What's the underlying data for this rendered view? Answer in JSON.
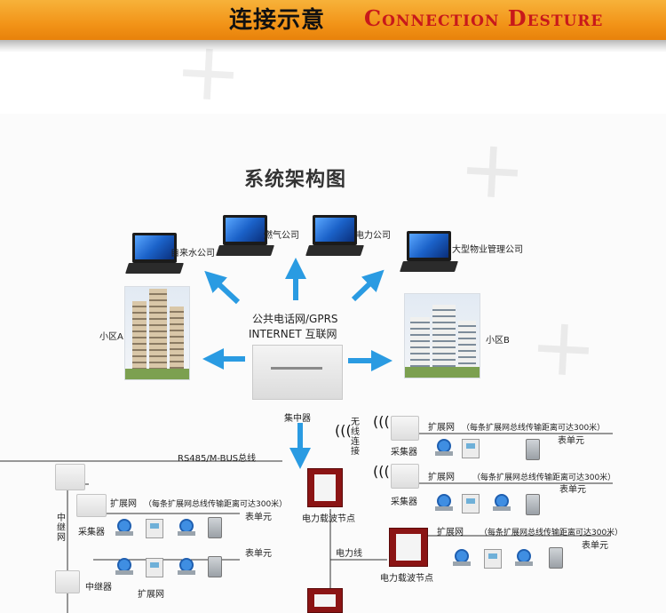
{
  "header": {
    "title_cn": "连接示意",
    "title_en": "Connection Desture"
  },
  "diagram": {
    "title": "系统架构图",
    "companies": [
      "自来水公司",
      "燃气公司",
      "电力公司",
      "大型物业管理公司"
    ],
    "districts": [
      "小区A",
      "小区B"
    ],
    "network_line1": "公共电话网/GPRS",
    "network_line2": "INTERNET 互联网",
    "concentrator": "集中器",
    "wireless": "无线连接",
    "rs485": "RS485/M-BUS总线",
    "ext_net": "扩展网",
    "ext_note": "（每条扩展网总线传输距离可达300米）",
    "meter_unit": "表单元",
    "collector": "采集器",
    "plc_node": "电力载波节点",
    "power_line": "电力线",
    "relay": "中继器",
    "relay_vertical": "中继网"
  }
}
